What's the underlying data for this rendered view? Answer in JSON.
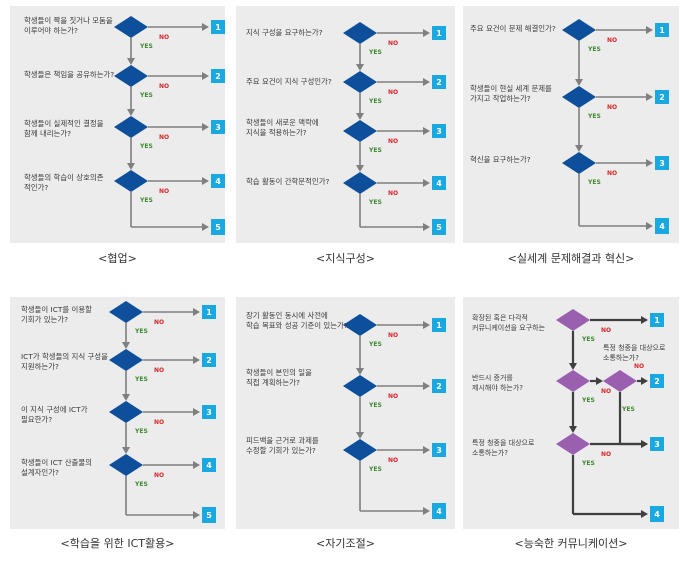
{
  "labels": {
    "yes": "YES",
    "no": "NO"
  },
  "colors": {
    "diamond_blue": "#0d4f9b",
    "diamond_purple": "#9b5fb0",
    "box": "#19a8e0",
    "arrow": "#7f7f7f",
    "dark_arrow": "#3f3f3f"
  },
  "panels": [
    {
      "caption": "<협업>",
      "questions": [
        "학생들이 짝을 짓거나 모둠을\n이루어야 하는가?",
        "학생들은 책임을 공유하는가?",
        "학생들이 실제적인 결정을\n함께 내리는가?",
        "학생들의 학습이 상호의존\n적인가?"
      ],
      "outcomes": [
        "1",
        "2",
        "3",
        "4",
        "5"
      ]
    },
    {
      "caption": "<지식구성>",
      "questions": [
        "지식 구성을 요구하는가?",
        "주요 요건이 지식 구성인가?",
        "학생들이 새로운 맥락에\n지식을 적용하는가?",
        "학습 활동이 간학문적인가?"
      ],
      "outcomes": [
        "1",
        "2",
        "3",
        "4",
        "5"
      ]
    },
    {
      "caption": "<실세계 문제해결과 혁신>",
      "questions": [
        "주요 요건이 문제 해결인가?",
        "학생들이 현실 세계 문제를\n가지고 작업하는가?",
        "혁신을 요구하는가?"
      ],
      "outcomes": [
        "1",
        "2",
        "3",
        "4"
      ]
    },
    {
      "caption": "<학습을 위한 ICT활용>",
      "questions": [
        "학생들이 ICT를 이용할\n기회가 있는가?",
        "ICT가 학생들의 지식 구성을\n지원하는가?",
        "이 지식 구성에 ICT가\n필요한가?",
        "학생들이 ICT 산출물의\n설계자인가?"
      ],
      "outcomes": [
        "1",
        "2",
        "3",
        "4",
        "5"
      ]
    },
    {
      "caption": "<자기조절>",
      "questions": [
        "장기 활동인 동시에 사전에\n학습 목표와 성공 기준이 있는가?",
        "학생들이 본인의 일을\n직접 계획하는가?",
        "피드백을 근거로 과제를\n수정할 기회가 있는가?"
      ],
      "outcomes": [
        "1",
        "2",
        "3",
        "4"
      ]
    },
    {
      "caption": "<능숙한 커뮤니케이션>",
      "questions": [
        "확장된 혹은 다각적\n커뮤니케이션을 요구하는",
        "반드시 증거를\n제시해야 하는가?",
        "특정 청중을 대상으로\n소통하는가?"
      ],
      "side_question": "특정 청중을 대상으로\n소통하는가?",
      "outcomes": [
        "1",
        "2",
        "3",
        "4"
      ]
    }
  ]
}
